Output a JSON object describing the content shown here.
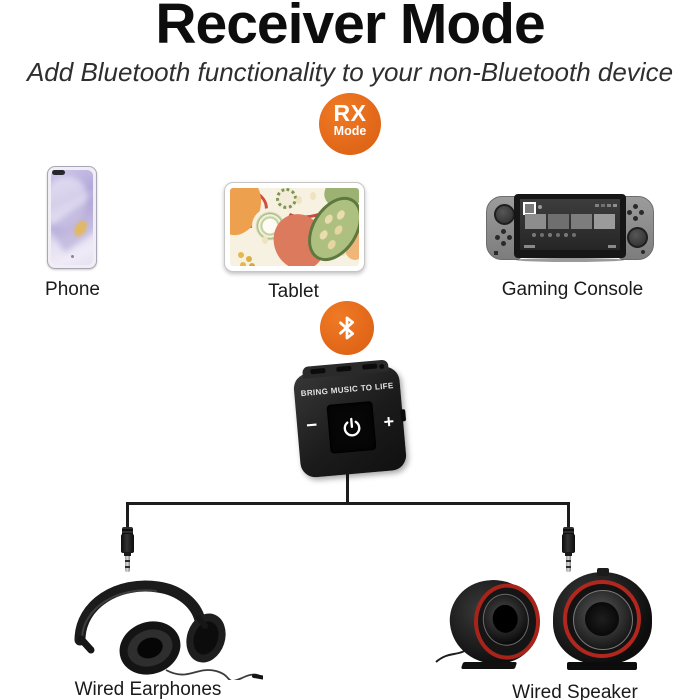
{
  "header": {
    "title": "Receiver Mode",
    "subtitle": "Add Bluetooth functionality to your non-Bluetooth device"
  },
  "rx_badge": {
    "code": "RX",
    "label": "Mode"
  },
  "sources": [
    {
      "label": "Phone"
    },
    {
      "label": "Tablet"
    },
    {
      "label": "Gaming Console"
    }
  ],
  "receiver": {
    "tagline": "BRING MUSIC TO LIFE",
    "minus_label": "−",
    "plus_label": "+"
  },
  "outputs": [
    {
      "label": "Wired Earphones"
    },
    {
      "label": "Wired Speaker"
    }
  ],
  "icons": {
    "rx_badge": "rx-mode-badge",
    "bluetooth": "bluetooth-icon",
    "power": "power-icon"
  },
  "colors": {
    "accent_orange": "#E3691A",
    "speaker_ring_red": "#B1271E",
    "cable_black": "#1C1C1C"
  }
}
